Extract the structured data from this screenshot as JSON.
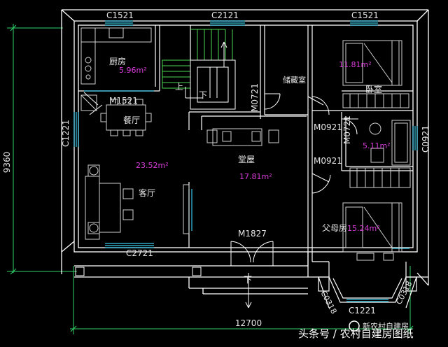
{
  "colors": {
    "background": "#000000",
    "wall": "#ffffff",
    "dimension": "#2fd36a",
    "window": "#39c6e6",
    "stair": "#49d84f",
    "area_text": "#d83cd8",
    "furniture": "#d0d0d0"
  },
  "dimensions": {
    "height": "9360",
    "width": "12700"
  },
  "windows": {
    "c1521_kitchen": "C1521",
    "c2121": "C2121",
    "c1521_bedroom": "C1521",
    "c1221_left": "C1221",
    "c0921_right": "C0921",
    "c2721": "C2721",
    "c1221_bottom": "C1221",
    "c0318_left": "C0318",
    "c0318_right": "C0318"
  },
  "doors": {
    "m1521": "M1521",
    "m0721_storage": "M0721",
    "m0921_upper": "M0921",
    "m0721_bath": "M0721",
    "m0921_lower": "M0921",
    "m1827": "M1827"
  },
  "rooms": {
    "kitchen": {
      "name": "厨房",
      "area": "5.96m²"
    },
    "dining": {
      "name": "餐厅"
    },
    "living": {
      "name": "客厅",
      "area": "23.52m²"
    },
    "hall": {
      "name": "堂屋",
      "area": "17.81m²"
    },
    "storage": {
      "name": "储藏室"
    },
    "bedroom": {
      "name": "卧室",
      "area": "11.81m²"
    },
    "bath": {
      "area": "5.11m²"
    },
    "parents_bedroom": {
      "name": "父母房",
      "area": "15.24m²"
    }
  },
  "stair_labels": {
    "up": "上",
    "down": "下",
    "entrance_down": "下"
  },
  "watermark": {
    "source": "头条号 / 农村自建房图纸",
    "logo_text": "新农村自建房"
  }
}
